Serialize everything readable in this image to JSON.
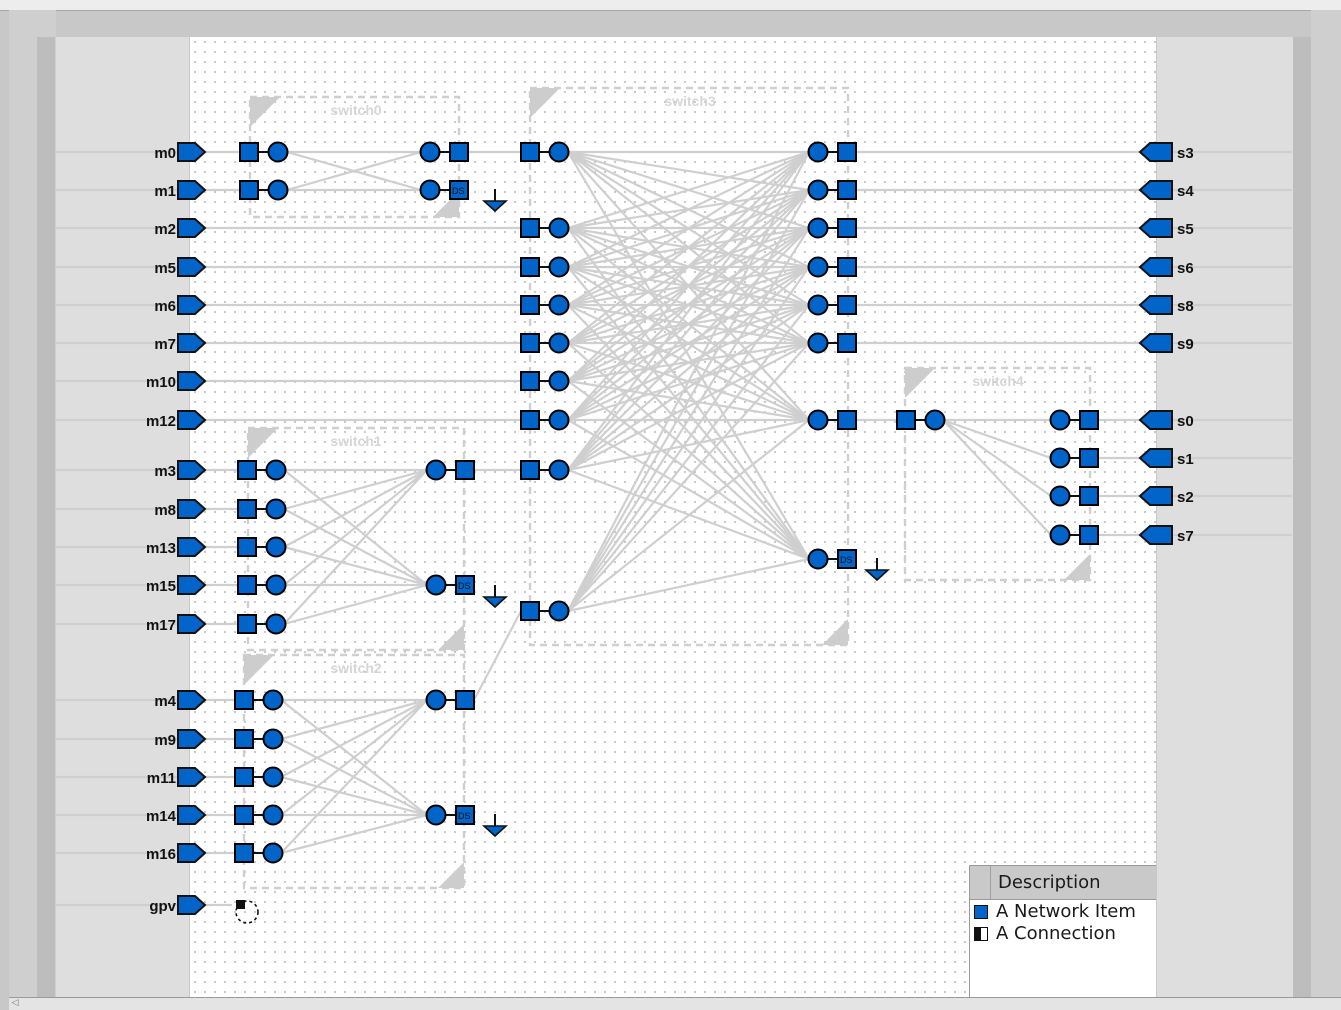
{
  "masters": [
    "m0",
    "m1",
    "m2",
    "m5",
    "m6",
    "m7",
    "m10",
    "m12",
    "m3",
    "m8",
    "m13",
    "m15",
    "m17",
    "m4",
    "m9",
    "m11",
    "m14",
    "m16",
    "gpv"
  ],
  "slaves": [
    "s3",
    "s4",
    "s5",
    "s6",
    "s8",
    "s9",
    "s0",
    "s1",
    "s2",
    "s7"
  ],
  "switches": [
    "switch0",
    "switch1",
    "switch2",
    "switch3",
    "switch4"
  ],
  "ds_label": "DS",
  "legend": {
    "title": "Description",
    "items": [
      {
        "label": "A Network Item",
        "color": "#0064c8"
      },
      {
        "label": "A Connection",
        "color": "#111111"
      }
    ]
  },
  "colors": {
    "item_fill": "#0064c8",
    "item_stroke": "#000000",
    "connection": "#cfcfcf",
    "switch_border": "#cfcfcf",
    "canvas_bg": "#ffffff"
  }
}
